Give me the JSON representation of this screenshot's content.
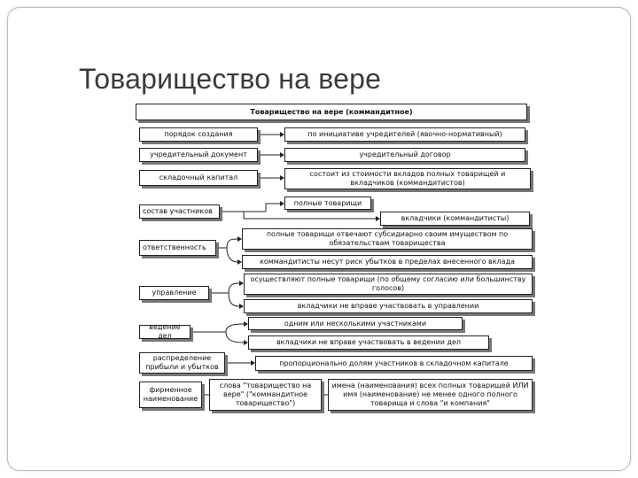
{
  "slide": {
    "title": "Товарищество на вере"
  },
  "diagram": {
    "header": "Товарищество на вере (коммандитное)",
    "rows": [
      {
        "label": "порядок создания",
        "value": "по инициативе учредителей (явочно-нормативный)"
      },
      {
        "label": "учредительный документ",
        "value": "учредительный договор"
      },
      {
        "label": "складочный капитал",
        "value": "состоит из стоимости вкладов полных товарищей и вкладчиков (коммандитистов)"
      },
      {
        "label": "состав участников",
        "value_a": "полные товарищи",
        "value_b": "вкладчики (коммандитисты)"
      },
      {
        "label": "ответственность",
        "value_a": "полные товарищи отвечают субсидиарно своим имуществом по обязательствам товарищества",
        "value_b": "коммандитисты несут риск убытков в пределах внесенного вклада"
      },
      {
        "label": "управление",
        "value_a": "осуществляют полные товарищи (по общему согласию или большинству голосов)",
        "value_b": "вкладчики не вправе участвовать в управлении"
      },
      {
        "label": "ведение дел",
        "value_a": "одним или несколькими участниками",
        "value_b": "вкладчики не вправе участвовать в ведении дел"
      },
      {
        "label": "распределение прибыли и убытков",
        "value": "пропорционально долям участников в складочном капитале"
      },
      {
        "label": "фирменное наименование",
        "value_a": "слова \"товарищество на вере\" (\"коммандитное товарищество\")",
        "value_b": "имена (наименования) всех полных товарищей ИЛИ имя (наименование) не менее одного полного товарища и слова \"и компания\""
      }
    ]
  }
}
